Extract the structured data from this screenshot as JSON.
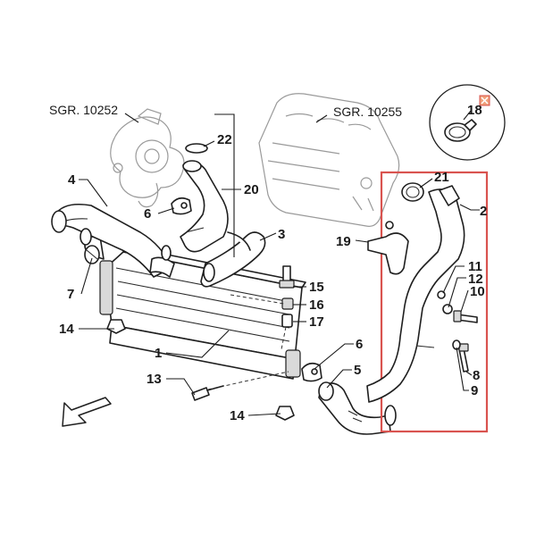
{
  "references": {
    "turbo_group": "SGR. 10252",
    "manifold_group": "SGR. 10255"
  },
  "callouts": {
    "c1": "1",
    "c2": "2",
    "c3": "3",
    "c4": "4",
    "c5": "5",
    "c6a": "6",
    "c6b": "6",
    "c7": "7",
    "c8": "8",
    "c9": "9",
    "c10": "10",
    "c11": "11",
    "c12": "12",
    "c13": "13",
    "c14a": "14",
    "c14b": "14",
    "c15": "15",
    "c16": "16",
    "c17": "17",
    "c18": "18",
    "c19": "19",
    "c20": "20",
    "c21": "21",
    "c22": "22"
  },
  "colors": {
    "highlight_frame": "#d9534f",
    "line": "#1f1f1f",
    "background_part": "#9a9a9a"
  },
  "icons": {
    "direction_arrow": "front-arrow-icon",
    "marker": "orange-x-marker-icon"
  }
}
